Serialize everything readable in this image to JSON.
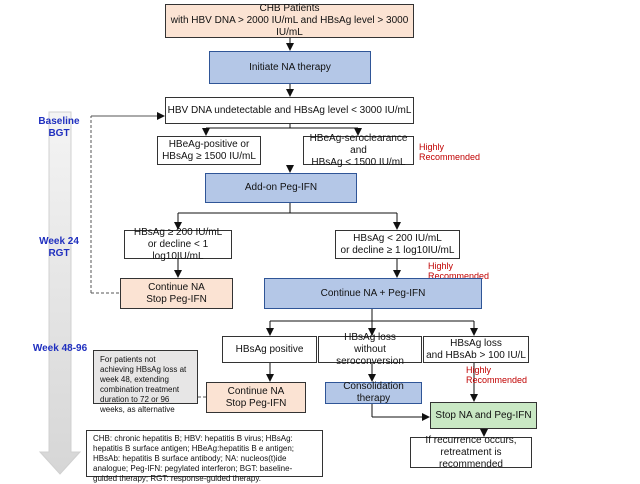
{
  "timeline": {
    "baseline": [
      "Baseline",
      "BGT"
    ],
    "week24": [
      "Week 24",
      "RGT"
    ],
    "week4896": "Week 48-96"
  },
  "boxes": {
    "chb": [
      "CHB Patients",
      "with HBV DNA > 2000 IU/mL and HBsAg level > 3000 IU/mL"
    ],
    "initiate": "Initiate NA therapy",
    "undetectable": "HBV DNA undetectable and HBsAg level < 3000 IU/mL",
    "hbeag_pos": [
      "HBeAg-positive or",
      "HBsAg ≥ 1500 IU/mL"
    ],
    "hbeag_sero": [
      "HBeAg-seroclearance and",
      "HBsAg < 1500 IU/mL"
    ],
    "addon": "Add-on Peg-IFN",
    "w24_high": [
      "HBsAg ≥ 200 IU/mL",
      "or decline < 1 log10IU/mL"
    ],
    "w24_low": [
      "HBsAg < 200 IU/mL",
      "or decline ≥ 1 log10IU/mL"
    ],
    "continue_stop_1": [
      "Continue NA",
      "Stop Peg-IFN"
    ],
    "continue_both": "Continue NA + Peg-IFN",
    "hbsag_positive": "HBsAg positive",
    "loss_no_sero": [
      "HBsAg loss",
      "without seroconversion"
    ],
    "loss_hbsab": [
      "HBsAg loss",
      "and HBsAb > 100 IU/L"
    ],
    "note_extend": "For patients not achieving HBsAg loss at week 48, extending combination treatment duration to 72 or 96 weeks, as alternative",
    "continue_stop_2": [
      "Continue NA",
      "Stop Peg-IFN"
    ],
    "consolidation": "Consolidation therapy",
    "stop_both": "Stop NA and Peg-IFN",
    "recurrence": [
      "If recurrence occurs,",
      "retreatment is recommended"
    ],
    "abbrev": "CHB: chronic hepatitis B; HBV: hepatitis B virus; HBsAg: hepatitis B surface antigen; HBeAg:hepatitis B e antigen; HBsAb: hepatitis B surface antibody; NA: nucleos(t)ide analogue; Peg-IFN: pegylated interferon; BGT: baseline-guided therapy; RGT: response-guided therapy."
  },
  "highly_recommended": [
    "Highly",
    "Recommended"
  ],
  "colors": {
    "peach": "#fbe3d3",
    "blue": "#b4c7e7",
    "green": "#c9e8c4",
    "gray": "#e7e6e6",
    "red": "#c00000",
    "label_blue": "#1f2fbf"
  }
}
